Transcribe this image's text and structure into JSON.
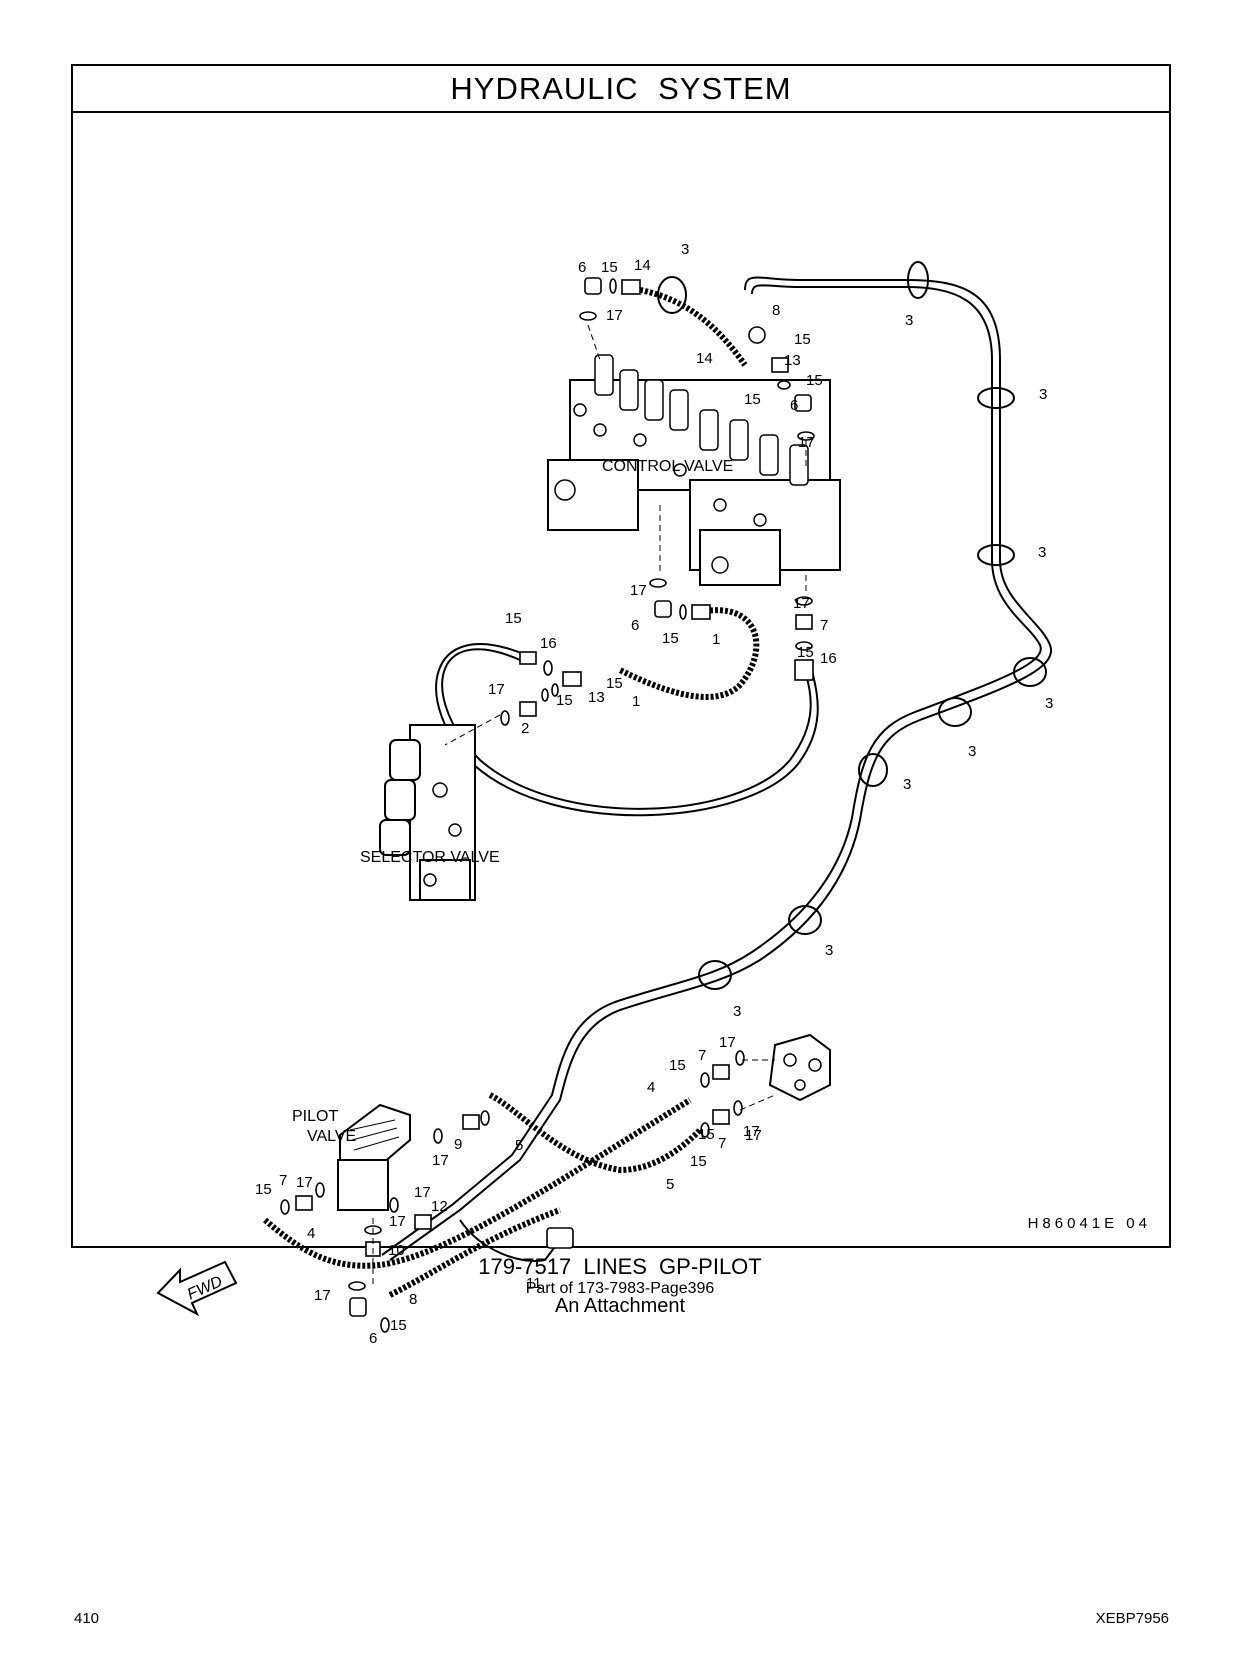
{
  "header": {
    "title": "HYDRAULIC   SYSTEM"
  },
  "diagram": {
    "component_labels": {
      "control_valve": "CONTROL VALVE",
      "selector_valve": "SELECTOR VALVE",
      "pilot_valve_line1": "PILOT",
      "pilot_valve_line2": "VALVE",
      "forward_arrow": "FWD"
    },
    "callouts": [
      "6",
      "15",
      "14",
      "3",
      "17",
      "8",
      "3",
      "14",
      "15",
      "13",
      "15",
      "15",
      "6",
      "17",
      "3",
      "3",
      "17",
      "6",
      "15",
      "1",
      "17",
      "7",
      "15",
      "16",
      "15",
      "16",
      "17",
      "15",
      "13",
      "15",
      "2",
      "1",
      "3",
      "3",
      "3",
      "3",
      "3",
      "17",
      "7",
      "15",
      "4",
      "17",
      "7",
      "5",
      "15",
      "9",
      "17",
      "17",
      "7",
      "15",
      "17",
      "12",
      "4",
      "17",
      "10",
      "17",
      "8",
      "11",
      "15",
      "6",
      "5",
      "15",
      "17"
    ],
    "drawing_code": "H86041E    04"
  },
  "caption": {
    "title": "179-7517   LINES   GP-PILOT",
    "part_of": "Part of 173-7983-Page396",
    "attachment": "An Attachment"
  },
  "footer": {
    "page_number": "410",
    "document_id": "XEBP7956"
  }
}
